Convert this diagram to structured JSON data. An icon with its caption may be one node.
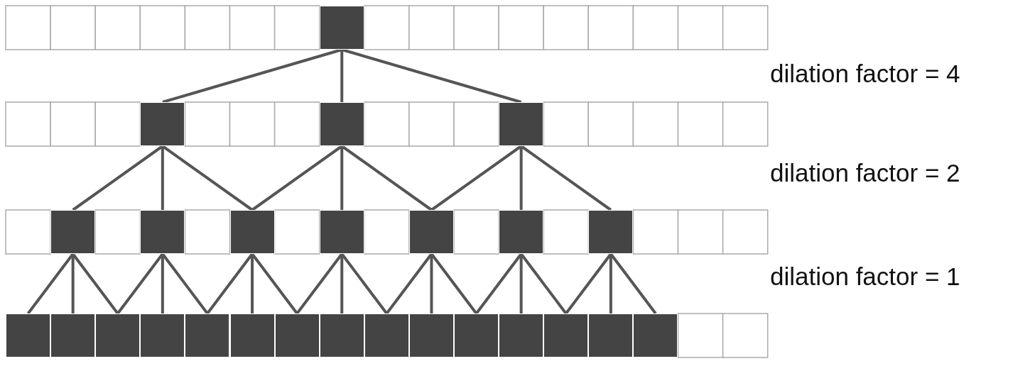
{
  "diagram": {
    "nodes": [
      {
        "text": [],
        "shape": "box"
      },
      {
        "text": [],
        "shape": "box"
      },
      {
        "text": [],
        "shape": "box"
      },
      {
        "text": [],
        "shape": "box"
      },
      {
        "text": [],
        "shape": "box"
      },
      {
        "text": [],
        "shape": "box"
      },
      {
        "text": [],
        "shape": "box"
      },
      {
        "text": [],
        "shape": "box"
      },
      {
        "text": [],
        "shape": "box"
      },
      {
        "text": [],
        "shape": "box"
      },
      {
        "text": [],
        "shape": "box"
      },
      {
        "text": [],
        "shape": "box"
      },
      {
        "text": [],
        "shape": "box"
      },
      {
        "text": [],
        "shape": "box"
      },
      {
        "text": [],
        "shape": "box"
      },
      {
        "text": [],
        "shape": "box"
      },
      {
        "text": [],
        "shape": "box"
      },
      {
        "text": [],
        "shape": "box"
      },
      {
        "text": [],
        "shape": "box"
      },
      {
        "text": [],
        "shape": "box"
      },
      {
        "text": [],
        "shape": "box"
      },
      {
        "text": [],
        "shape": "box"
      },
      {
        "text": [],
        "shape": "box"
      },
      {
        "text": [],
        "shape": "box"
      },
      {
        "text": [],
        "shape": "box"
      },
      {
        "text": [],
        "shape": "box"
      }
    ],
    "edges": [
      {
        "from": 0,
        "to": 1,
        "arrow": "none"
      },
      {
        "from": 0,
        "to": 2,
        "arrow": "none"
      },
      {
        "from": 0,
        "to": 3,
        "arrow": "none"
      },
      {
        "from": 1,
        "to": 4,
        "arrow": "none"
      },
      {
        "from": 1,
        "to": 5,
        "arrow": "none"
      },
      {
        "from": 1,
        "to": 6,
        "arrow": "none"
      },
      {
        "from": 2,
        "to": 6,
        "arrow": "none"
      },
      {
        "from": 2,
        "to": 7,
        "arrow": "none"
      },
      {
        "from": 2,
        "to": 8,
        "arrow": "none"
      },
      {
        "from": 3,
        "to": 8,
        "arrow": "none"
      },
      {
        "from": 3,
        "to": 9,
        "arrow": "none"
      },
      {
        "from": 3,
        "to": 10,
        "arrow": "none"
      },
      {
        "from": 4,
        "to": 11,
        "arrow": "none"
      },
      {
        "from": 4,
        "to": 12,
        "arrow": "none"
      },
      {
        "from": 4,
        "to": 13,
        "arrow": "none"
      },
      {
        "from": 5,
        "to": 13,
        "arrow": "none"
      },
      {
        "from": 5,
        "to": 14,
        "arrow": "none"
      },
      {
        "from": 5,
        "to": 15,
        "arrow": "none"
      },
      {
        "from": 6,
        "to": 15,
        "arrow": "none"
      },
      {
        "from": 6,
        "to": 16,
        "arrow": "none"
      },
      {
        "from": 6,
        "to": 17,
        "arrow": "none"
      },
      {
        "from": 7,
        "to": 17,
        "arrow": "none"
      },
      {
        "from": 7,
        "to": 18,
        "arrow": "none"
      },
      {
        "from": 7,
        "to": 19,
        "arrow": "none"
      },
      {
        "from": 8,
        "to": 19,
        "arrow": "none"
      },
      {
        "from": 8,
        "to": 20,
        "arrow": "none"
      },
      {
        "from": 8,
        "to": 21,
        "arrow": "none"
      },
      {
        "from": 9,
        "to": 21,
        "arrow": "none"
      },
      {
        "from": 9,
        "to": 22,
        "arrow": "none"
      },
      {
        "from": 9,
        "to": 23,
        "arrow": "none"
      },
      {
        "from": 10,
        "to": 23,
        "arrow": "none"
      },
      {
        "from": 10,
        "to": 24,
        "arrow": "none"
      },
      {
        "from": 10,
        "to": 25,
        "arrow": "none"
      }
    ],
    "labels": [
      "dilation factor = 4",
      "dilation factor = 2",
      "dilation factor = 1"
    ]
  }
}
